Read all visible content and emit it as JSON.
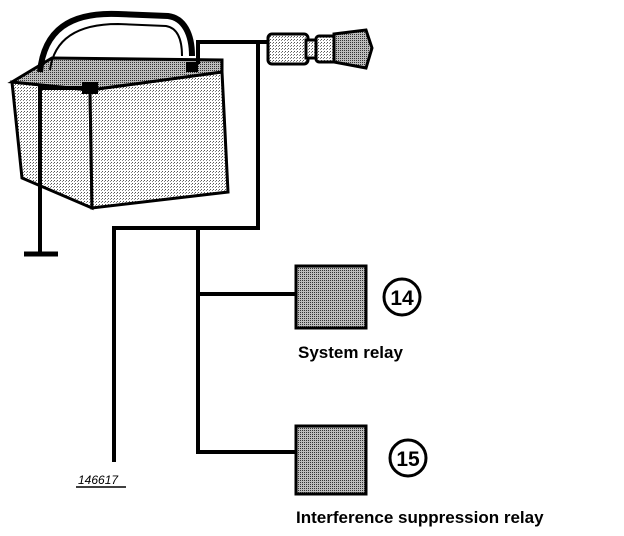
{
  "components": {
    "system_relay": {
      "number": "14",
      "label": "System relay"
    },
    "interference_relay": {
      "number": "15",
      "label": "Interference suppression relay"
    }
  },
  "reference_code": "146617",
  "colors": {
    "line": "#000000",
    "background": "#ffffff",
    "shading": "#9a9a9a"
  }
}
